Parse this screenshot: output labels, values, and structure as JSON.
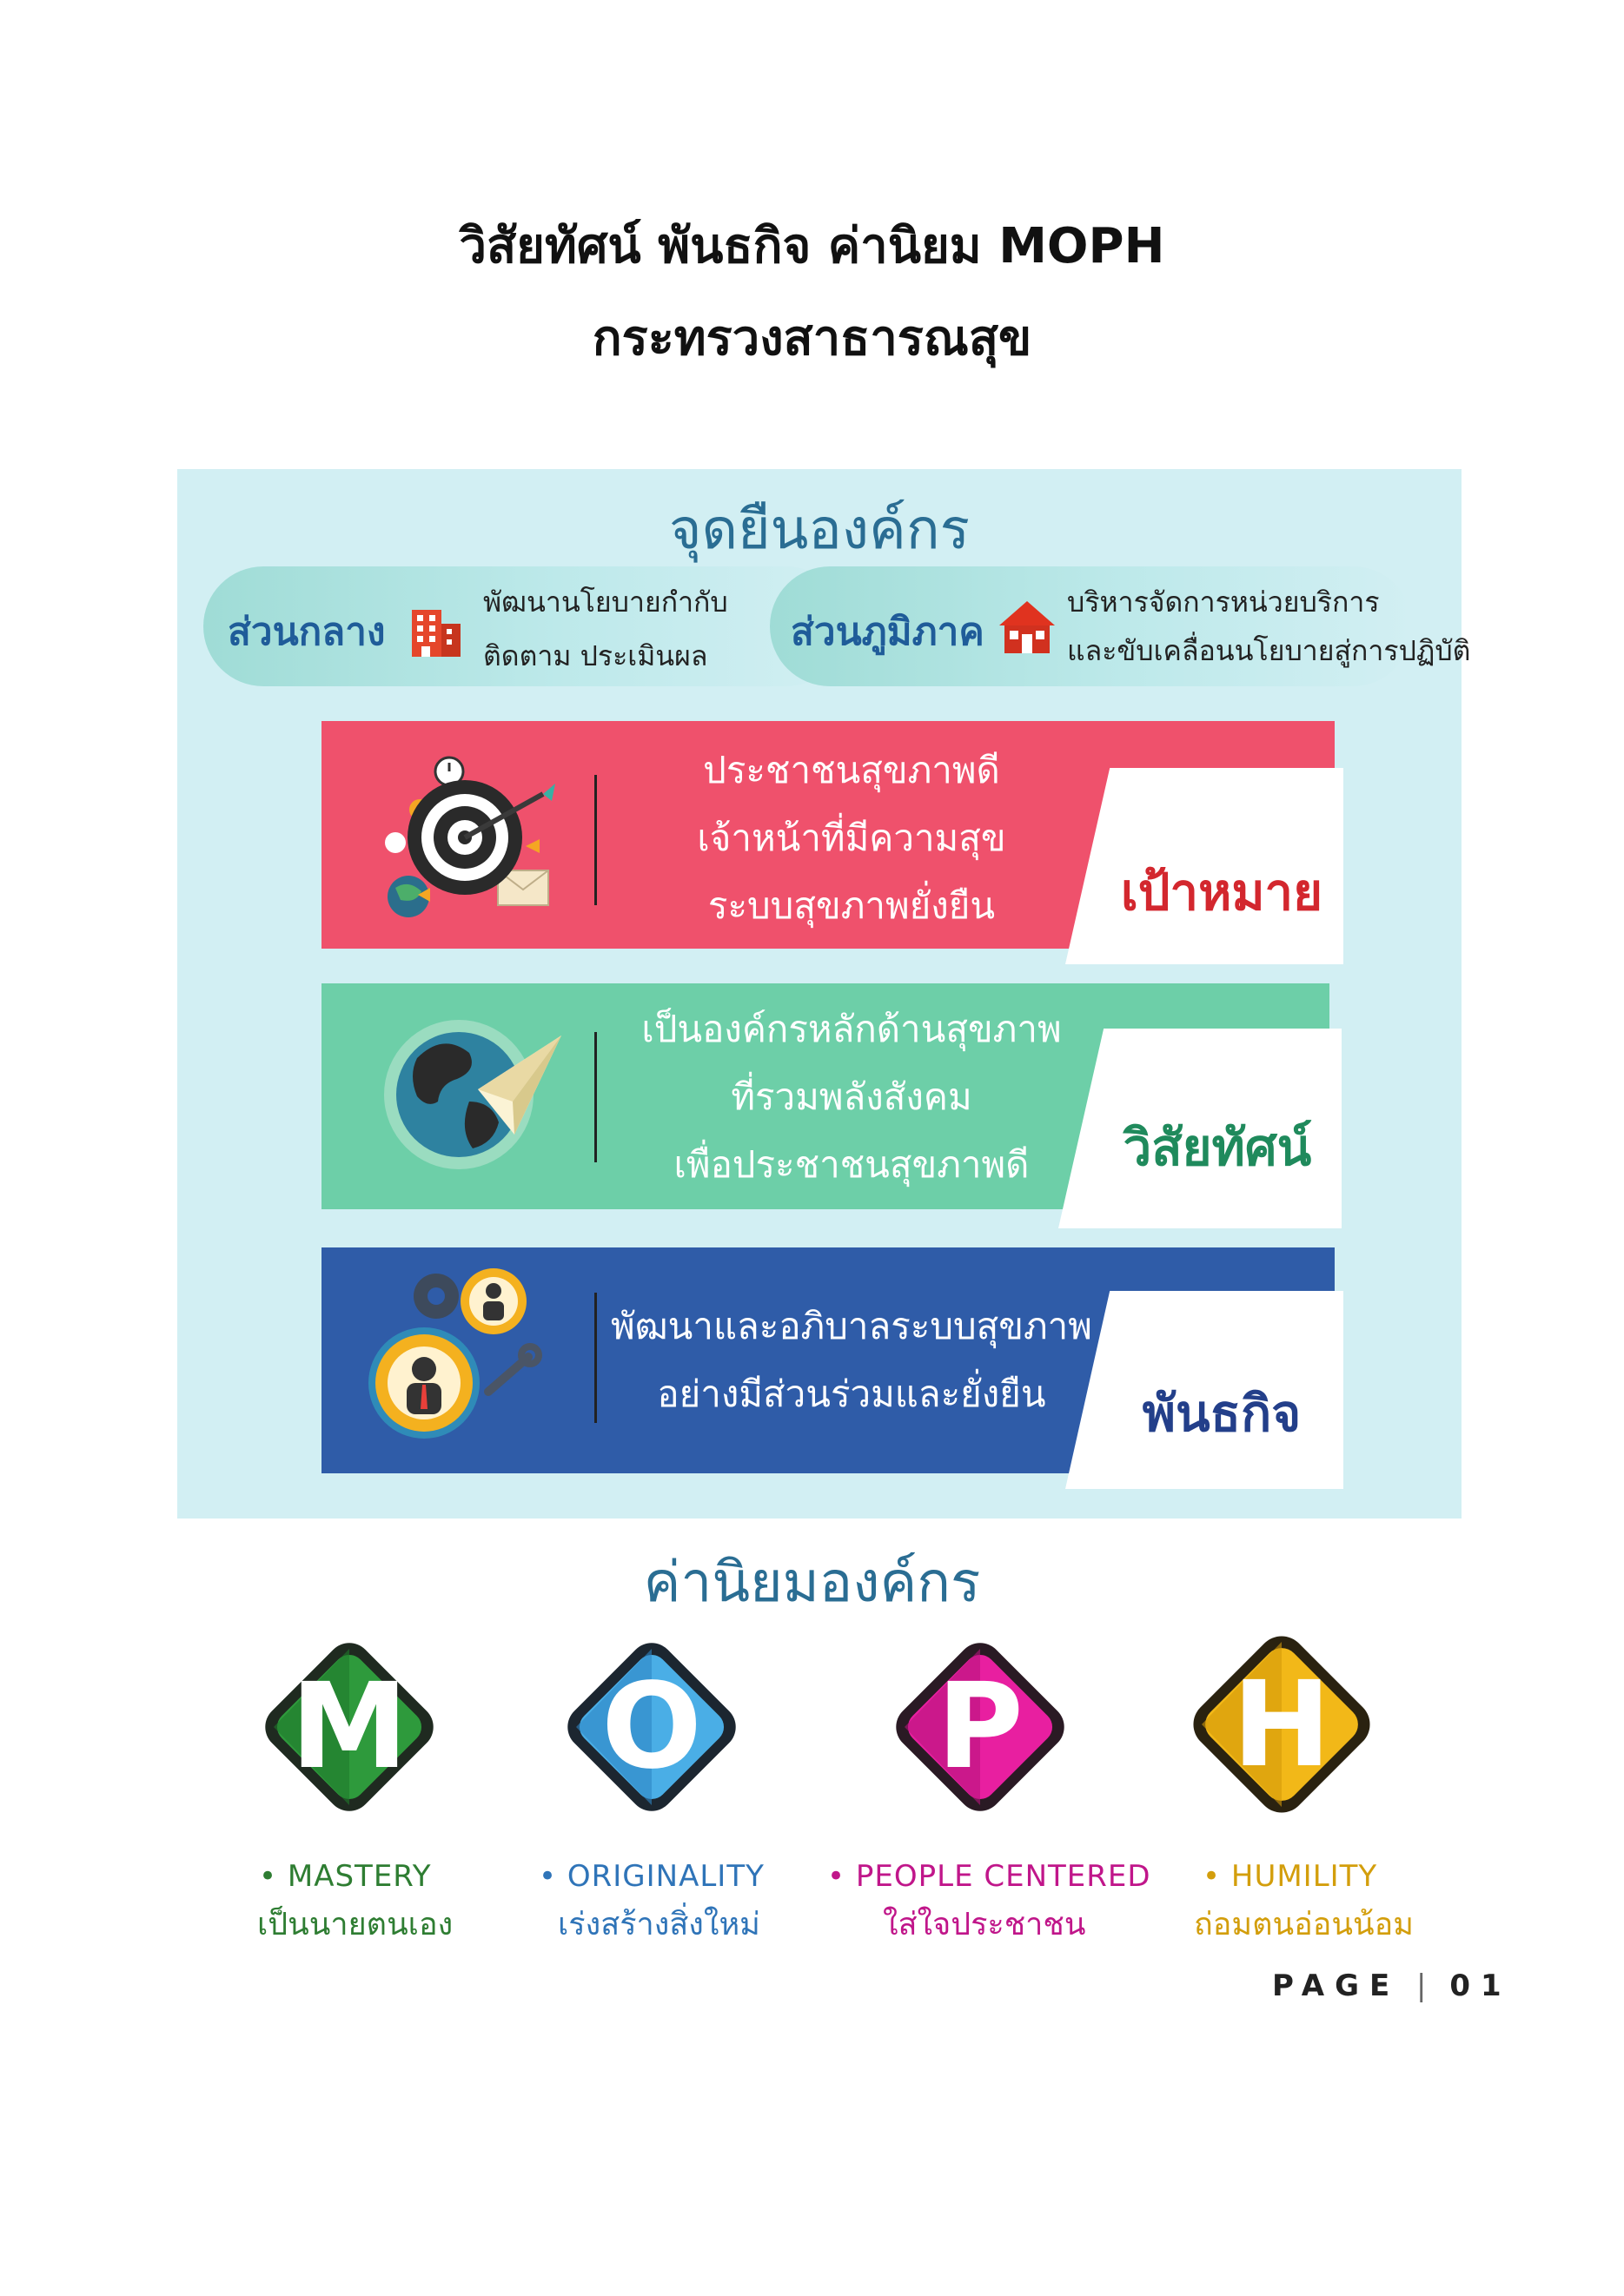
{
  "title_line1": "วิสัยทัศน์ พันธกิจ ค่านิยม MOPH",
  "title_line2": "กระทรวงสาธารณสุข",
  "stance": {
    "heading": "จุดยืนองค์กร",
    "central": {
      "title": "ส่วนกลาง",
      "desc_line1": "พัฒนานโยบายกำกับ",
      "desc_line2": "ติดตาม ประเมินผล",
      "icon": "office-building-icon"
    },
    "regional": {
      "title": "ส่วนภูมิภาค",
      "desc_line1": "บริหารจัดการหน่วยบริการ",
      "desc_line2": "และขับเคลื่อนนโยบายสู่การปฏิบัติ",
      "icon": "house-icon"
    }
  },
  "goal": {
    "label": "เป้าหมาย",
    "lines": [
      "ประชาชนสุขภาพดี",
      "เจ้าหน้าที่มีความสุข",
      "ระบบสุขภาพยั่งยืน"
    ],
    "color": "#ef516c",
    "label_color": "#d3272e",
    "icon": "target-icon"
  },
  "vision": {
    "label": "วิสัยทัศน์",
    "lines": [
      "เป็นองค์กรหลักด้านสุขภาพ",
      "ที่รวมพลังสังคม",
      "เพื่อประชาชนสุขภาพดี"
    ],
    "color": "#6dcfa8",
    "label_color": "#1f8a5c",
    "icon": "globe-paper-plane-icon"
  },
  "mission": {
    "label": "พันธกิจ",
    "lines": [
      "พัฒนาและอภิบาลระบบสุขภาพ",
      "อย่างมีส่วนร่วมและยั่งยืน"
    ],
    "color": "#2f5ca8",
    "label_color": "#233f8a",
    "icon": "gear-people-icon"
  },
  "values": {
    "heading": "ค่านิยมองค์กร",
    "items": [
      {
        "letter": "M",
        "name": "MASTERY",
        "thai": "เป็นนายตนเอง",
        "color": "#2e9a3c",
        "dark": "#1f7a2c",
        "text_color": "#2e7d32"
      },
      {
        "letter": "O",
        "name": "ORIGINALITY",
        "thai": "เร่งสร้างสิ่งใหม่",
        "color": "#4aaee6",
        "dark": "#2f86c4",
        "text_color": "#2f74b8"
      },
      {
        "letter": "P",
        "name": "PEOPLE CENTERED",
        "thai": "ใส่ใจประชาชน",
        "color": "#e81fa0",
        "dark": "#b8147d",
        "text_color": "#c0168a"
      },
      {
        "letter": "H",
        "name": "HUMILITY",
        "thai": "ถ่อมตนอ่อนน้อม",
        "color": "#f2b818",
        "dark": "#d49a0a",
        "text_color": "#d39e0c"
      }
    ]
  },
  "page": {
    "label": "PAGE",
    "number": "01"
  }
}
